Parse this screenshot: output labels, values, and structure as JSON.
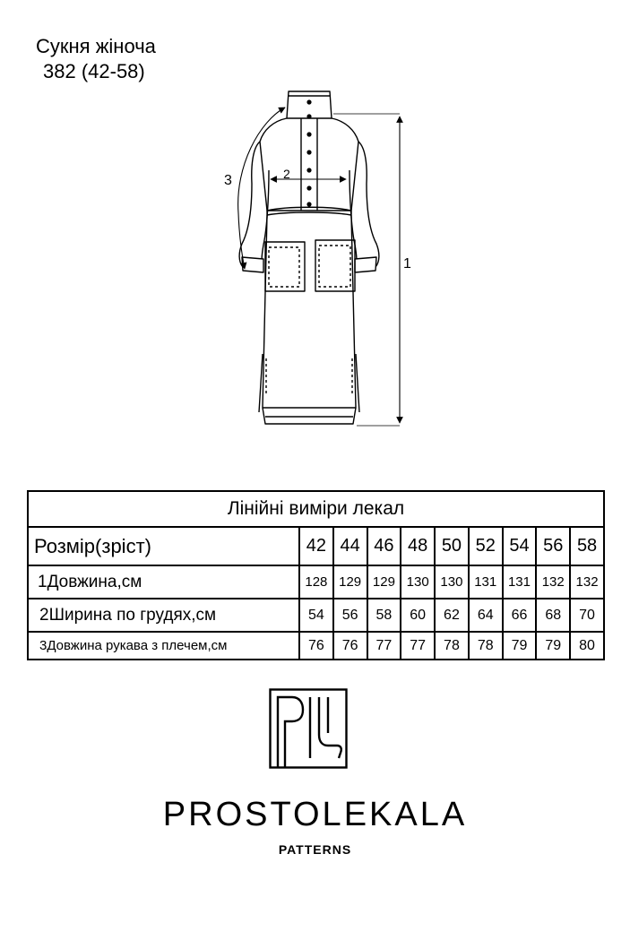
{
  "header": {
    "title_line1": "Сукня жіноча",
    "title_line2": "382 (42-58)"
  },
  "sketch": {
    "labels": {
      "length": "1",
      "chest": "2",
      "sleeve": "3"
    },
    "icon": "dress-sketch"
  },
  "table": {
    "title": "Лінійні виміри лекал",
    "size_label": "Розмір(зріст)",
    "sizes": [
      "42",
      "44",
      "46",
      "48",
      "50",
      "52",
      "54",
      "56",
      "58"
    ],
    "rows": [
      {
        "label": "1Довжина,см",
        "values": [
          "128",
          "129",
          "129",
          "130",
          "130",
          "131",
          "131",
          "132",
          "132"
        ]
      },
      {
        "label": "2Ширина по грудях,см",
        "values": [
          "54",
          "56",
          "58",
          "60",
          "62",
          "64",
          "66",
          "68",
          "70"
        ]
      },
      {
        "label": "3Довжина рукава з плечем,см",
        "values": [
          "76",
          "76",
          "77",
          "77",
          "78",
          "78",
          "79",
          "79",
          "80"
        ]
      }
    ]
  },
  "brand": {
    "name": "PROSTOLEKALA",
    "sub": "PATTERNS",
    "logo_icon": "prostolekala-logo"
  }
}
